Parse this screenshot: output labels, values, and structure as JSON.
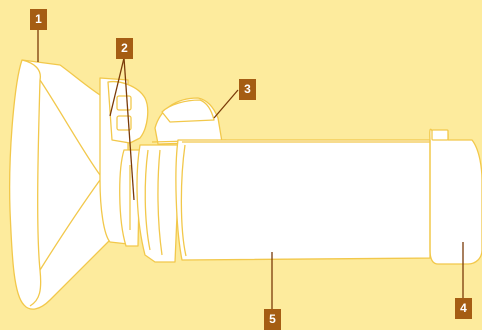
{
  "diagram": {
    "colors": {
      "background": "#fdeb9d",
      "stroke": "#f2c84b",
      "fill": "#ffffff",
      "leader": "#7a3a08",
      "callout_bg": "#a55d13",
      "callout_text": "#ffffff"
    },
    "callouts": [
      {
        "id": "1",
        "label": "1"
      },
      {
        "id": "2",
        "label": "2"
      },
      {
        "id": "3",
        "label": "3"
      },
      {
        "id": "4",
        "label": "4"
      },
      {
        "id": "5",
        "label": "5"
      }
    ]
  }
}
